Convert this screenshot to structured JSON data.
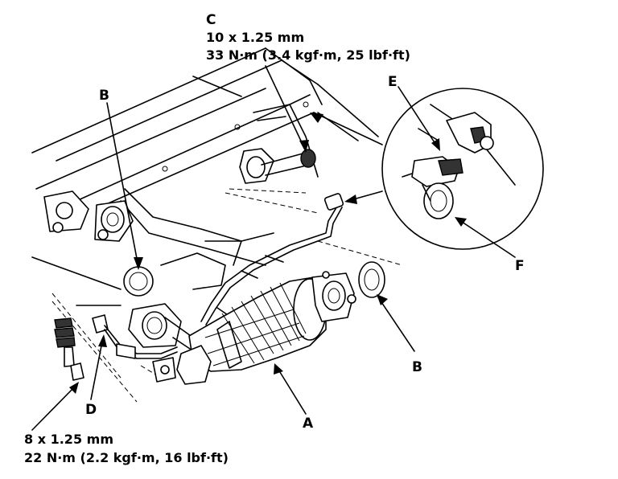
{
  "labels": {
    "a": "A",
    "b_top": "B",
    "b_right": "B",
    "c": "C",
    "d": "D",
    "e": "E",
    "f": "F"
  },
  "specs": {
    "c_size": "10 x 1.25 mm",
    "c_torque": "33 N·m (3.4 kgf·m, 25 lbf·ft)",
    "bolt_size": "8 x 1.25 mm",
    "bolt_torque": "22 N·m (2.2 kgf·m, 16 lbf·ft)"
  }
}
